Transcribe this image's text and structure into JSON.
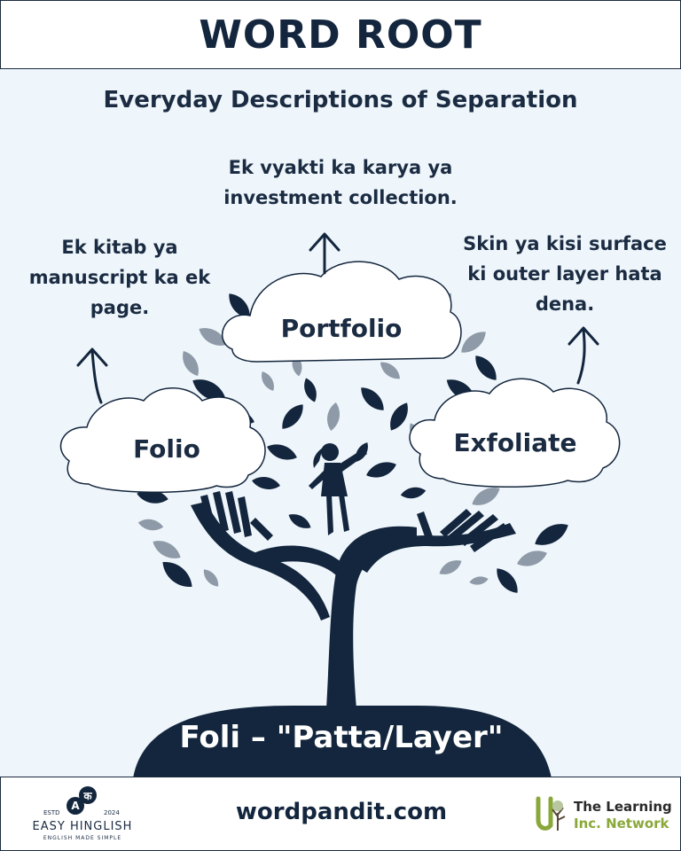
{
  "header": {
    "title": "WORD ROOT"
  },
  "subtitle": "Everyday Descriptions of Separation",
  "descriptions": {
    "portfolio": [
      "Ek vyakti ka karya ya",
      "investment collection."
    ],
    "folio": [
      "Ek kitab ya",
      "manuscript ka ek",
      "page."
    ],
    "exfoliate": [
      "Skin ya kisi surface",
      "ki outer layer hata",
      "dena."
    ]
  },
  "words": {
    "portfolio": "Portfolio",
    "folio": "Folio",
    "exfoliate": "Exfoliate"
  },
  "root": {
    "label": "Foli – \"Patta/Layer\""
  },
  "footer": {
    "brand_left": {
      "estd": "ESTD",
      "year": "2024",
      "badge_a": "A",
      "badge_k": "क",
      "name": "EASY HINGLISH",
      "tagline": "ENGLISH MADE SIMPLE"
    },
    "website": "wordpandit.com",
    "brand_right": {
      "line1": "The Learning",
      "line2": "Inc. Network"
    }
  },
  "colors": {
    "navy": "#13263d",
    "background": "#eef5fb",
    "leaf_grey": "#8e9aa8",
    "accent_green": "#8aa83a"
  }
}
